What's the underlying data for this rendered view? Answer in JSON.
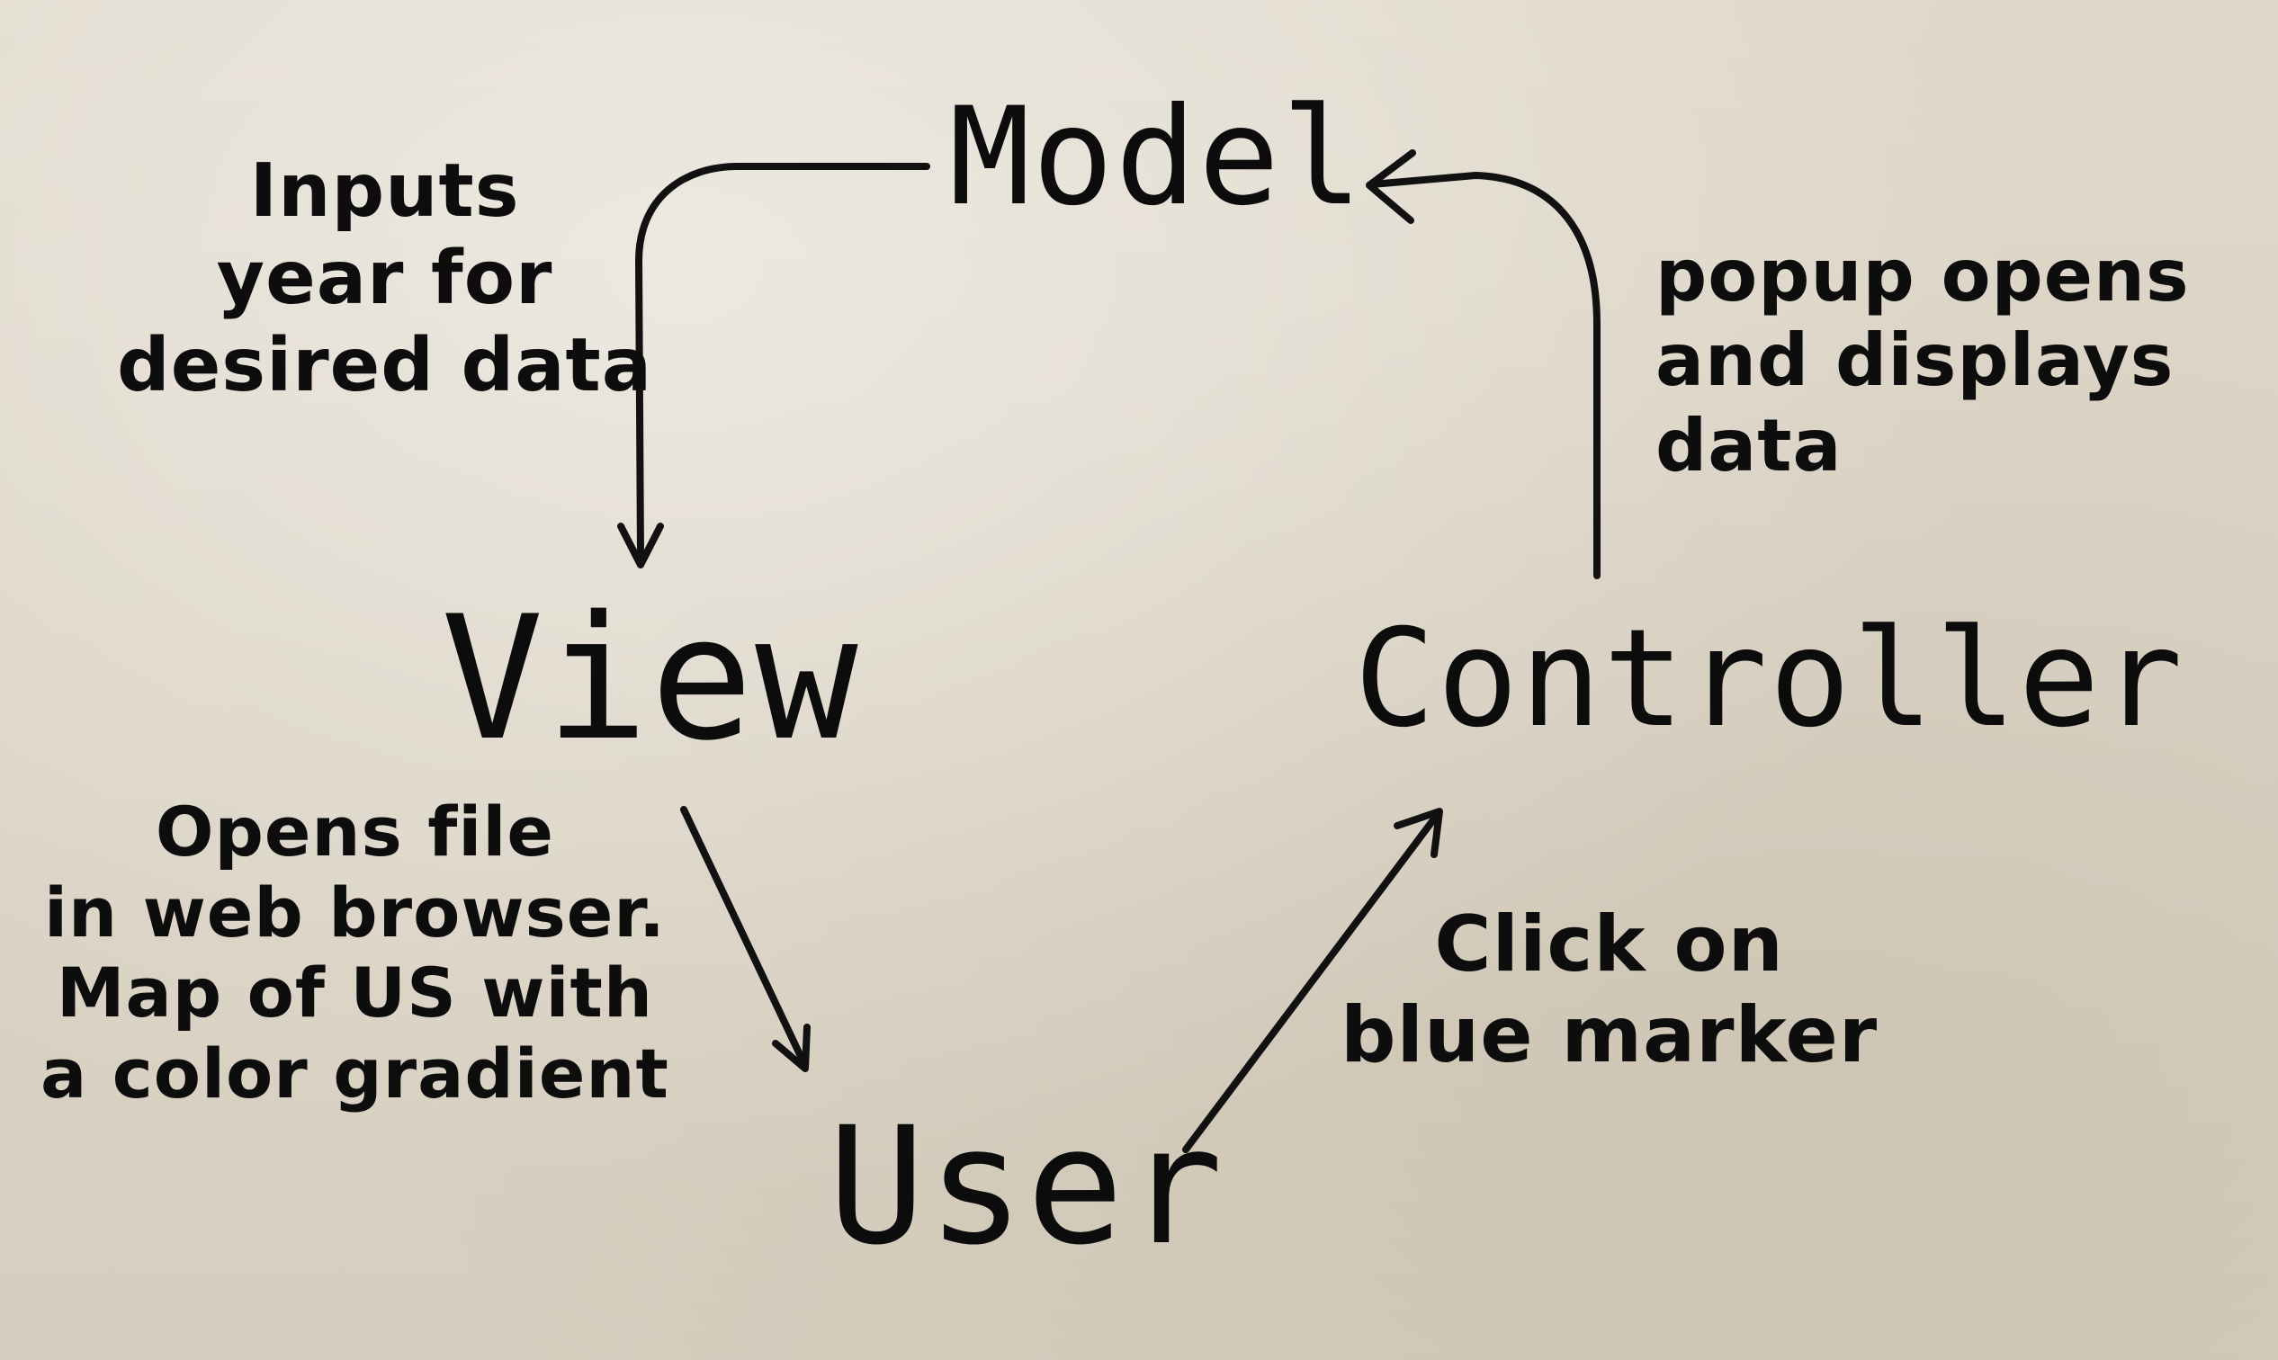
{
  "nodes": {
    "model": "Model",
    "view": "View",
    "user": "User",
    "controller": "Controller"
  },
  "edges": {
    "model_to_view": {
      "lines": [
        "Inputs",
        "year for",
        "desired data"
      ]
    },
    "view_to_user": {
      "lines": [
        "Opens file",
        "in web browser.",
        "Map of US with",
        "a color gradient"
      ]
    },
    "user_to_controller": {
      "lines": [
        "Click on",
        "blue marker"
      ]
    },
    "controller_to_model": {
      "lines": [
        "popup opens",
        "and displays",
        "data"
      ]
    }
  }
}
